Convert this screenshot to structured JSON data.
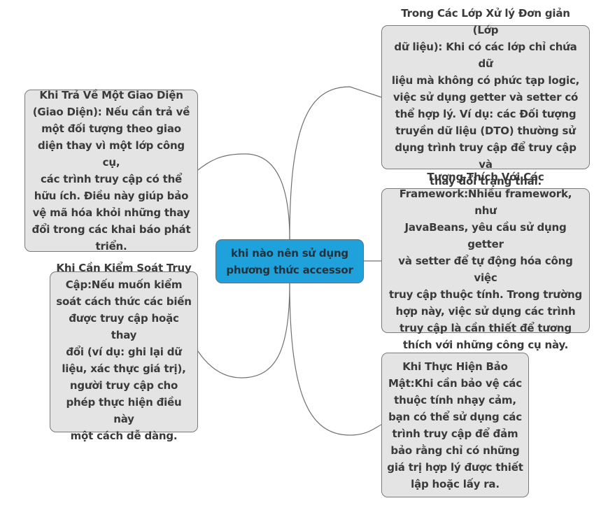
{
  "central_topic": "khi nào nên sử dụng\nphương thức accessor",
  "branches": {
    "right_top": "Trong Các Lớp Xử lý Đơn giản (Lớp\ndữ liệu): Khi có các lớp chỉ chứa dữ\nliệu mà không có phức tạp logic,\nviệc sử dụng getter và setter có\nthể hợp lý. Ví dụ: các Đối tượng\ntruyền dữ liệu (DTO) thường sử\ndụng trình truy cập để truy cập và\nthay đổi trạng thái.",
    "right_middle": "Tương Thích Với Các\nFramework:Nhiều framework, như\nJavaBeans, yêu cầu sử dụng getter\nvà setter để tự động hóa công việc\ntruy cập thuộc tính. Trong trường\nhợp này, việc sử dụng các trình\ntruy cập là cần thiết để tương\nthích với những công cụ này.",
    "right_bottom": "Khi Thực Hiện Bảo\nMật:Khi cần bảo vệ các\nthuộc tính nhạy cảm,\nbạn có thể sử dụng các\ntrình truy cập để đảm\nbảo rằng chỉ có những\ngiá trị hợp lý được thiết\nlập hoặc lấy ra.",
    "left_top": "Khi Trả Về Một Giao Diện\n(Giao Diện): Nếu cần trả về\nmột đối tượng theo giao\ndiện thay vì một lớp công cụ,\ncác trình truy cập có thể\nhữu ích. Điều này giúp bảo\nvệ mã hóa khỏi những thay\nđổi trong các khai báo phát\ntriển.",
    "left_bottom": "Khi Cần Kiểm Soát Truy\nCập:Nếu muốn kiểm\nsoát cách thức các biến\nđược truy cập hoặc thay\nđổi (ví dụ: ghi lại dữ\nliệu, xác thực giá trị),\nngười truy cập cho\nphép thực hiện điều này\nmột cách dễ dàng."
  },
  "colors": {
    "central_fill": "#1fa2dc",
    "branch_fill": "#e4e4e4",
    "connector": "#707070"
  }
}
